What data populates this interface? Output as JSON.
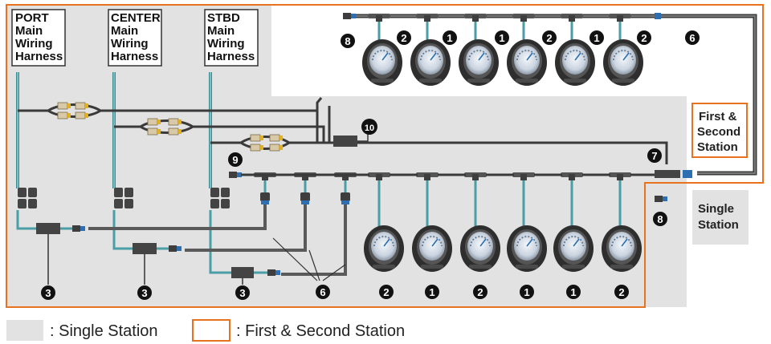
{
  "harness_labels": {
    "port": [
      "PORT",
      "Main",
      "Wiring",
      "Harness"
    ],
    "center": [
      "CENTER",
      "Main",
      "Wiring",
      "Harness"
    ],
    "stbd": [
      "STBD",
      "Main",
      "Wiring",
      "Harness"
    ]
  },
  "station_labels": {
    "first_second": [
      "First &",
      "Second",
      "Station"
    ],
    "single": [
      "Single",
      "Station"
    ]
  },
  "callouts": {
    "top_gauges": [
      "2",
      "1",
      "1",
      "2",
      "1",
      "2"
    ],
    "bottom_gauges": [
      "2",
      "1",
      "2",
      "1",
      "1",
      "2"
    ],
    "item_3": "3",
    "item_6": "6",
    "item_7": "7",
    "item_8": "8",
    "item_9": "9",
    "item_10": "10"
  },
  "legend": {
    "single": ": Single Station",
    "first_second": ": First & Second Station"
  },
  "colors": {
    "single_fill": "#e2e2e2",
    "first_second_border": "#e8731f",
    "teal_cable": "#4a9ea6",
    "dark_cable": "#3a3a3a"
  }
}
